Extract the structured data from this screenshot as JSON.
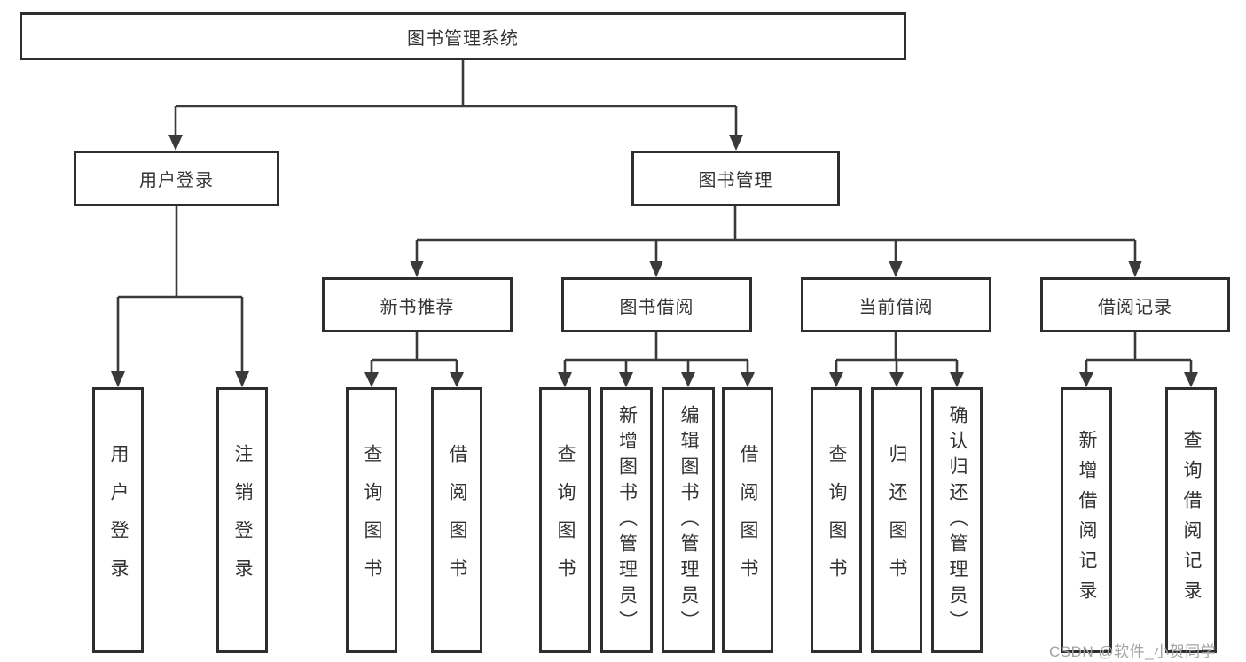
{
  "diagram": {
    "root": {
      "label": "图书管理系统",
      "children": [
        {
          "label": "用户登录",
          "children": [
            {
              "label": "用户登录"
            },
            {
              "label": "注销登录"
            }
          ]
        },
        {
          "label": "图书管理",
          "children": [
            {
              "label": "新书推荐",
              "children": [
                {
                  "label": "查询图书"
                },
                {
                  "label": "借阅图书"
                }
              ]
            },
            {
              "label": "图书借阅",
              "children": [
                {
                  "label": "查询图书"
                },
                {
                  "label": "新增图书（管理员）"
                },
                {
                  "label": "编辑图书（管理员）"
                },
                {
                  "label": "借阅图书"
                }
              ]
            },
            {
              "label": "当前借阅",
              "children": [
                {
                  "label": "查询图书"
                },
                {
                  "label": "归还图书"
                },
                {
                  "label": "确认归还（管理员）"
                }
              ]
            },
            {
              "label": "借阅记录",
              "children": [
                {
                  "label": "新增借阅记录"
                },
                {
                  "label": "查询借阅记录"
                }
              ]
            }
          ]
        }
      ]
    }
  },
  "watermark": {
    "text": "CSDN @软件_小贺同学",
    "color": "#a3a3a3"
  },
  "colors": {
    "line": "#3a3a3a",
    "box_border": "#2e2e2e",
    "box_fill": "#ffffff",
    "text": "#333333",
    "background": "#ffffff"
  }
}
